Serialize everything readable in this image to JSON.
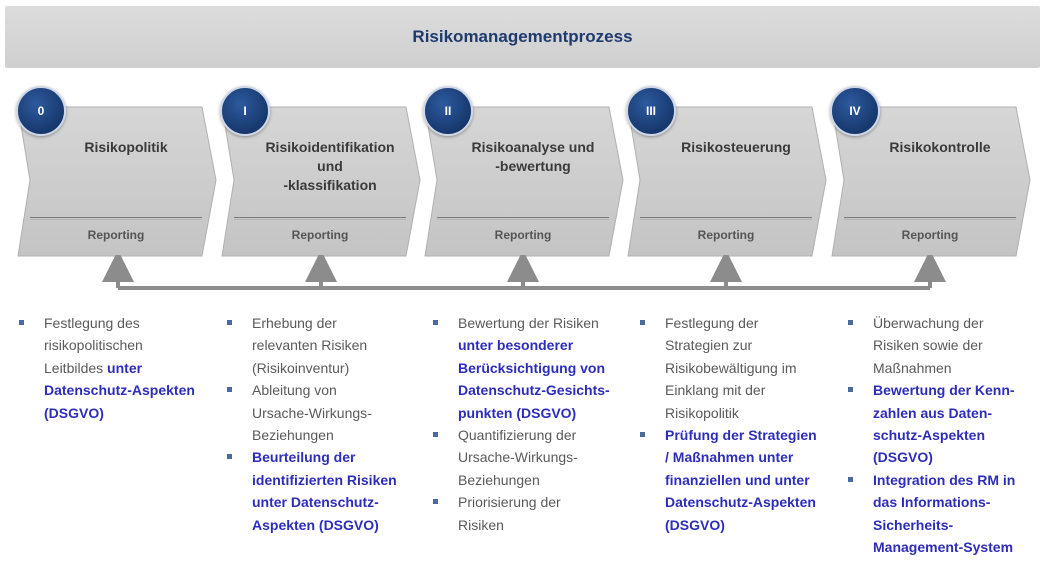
{
  "title": "Risikomanagementprozess",
  "colors": {
    "title_text": "#1f3a6e",
    "badge": "#1f4a8a",
    "highlight": "#2d2dbb",
    "body_text": "#5a5a5a"
  },
  "stages": [
    {
      "num": "0",
      "title_lines": [
        "Risikopolitik"
      ],
      "reporting": "Reporting"
    },
    {
      "num": "I",
      "title_lines": [
        "Risikoidentifikation",
        "und",
        "-klassifikation"
      ],
      "reporting": "Reporting"
    },
    {
      "num": "II",
      "title_lines": [
        "Risikoanalyse und",
        "-bewertung"
      ],
      "reporting": "Reporting"
    },
    {
      "num": "III",
      "title_lines": [
        "Risikosteuerung"
      ],
      "reporting": "Reporting"
    },
    {
      "num": "IV",
      "title_lines": [
        "Risikokontrolle"
      ],
      "reporting": "Reporting"
    }
  ],
  "columns": [
    [
      {
        "lines": [
          [
            "Festlegung des"
          ],
          [
            "risikopolitischen"
          ],
          [
            "Leitbildes ",
            "unter"
          ],
          [
            "Datenschutz-Aspekten"
          ],
          [
            "(DSGVO)"
          ]
        ],
        "hl_from": [
          2,
          1
        ]
      }
    ],
    [
      {
        "lines": [
          [
            "Erhebung der"
          ],
          [
            "relevanten Risiken"
          ],
          [
            "(Risikoinventur)"
          ]
        ]
      },
      {
        "lines": [
          [
            "Ableitung von"
          ],
          [
            "Ursache-Wirkungs-"
          ],
          [
            "Beziehungen"
          ]
        ]
      },
      {
        "lines": [
          [
            "Beurteilung der"
          ],
          [
            "identifizierten Risiken"
          ],
          [
            "unter Datenschutz-"
          ],
          [
            "Aspekten (DSGVO)"
          ]
        ],
        "bold": true
      }
    ],
    [
      {
        "lines": [
          [
            "Bewertung der Risiken"
          ],
          [
            "unter besonderer"
          ],
          [
            "Berücksichtigung von"
          ],
          [
            "Datenschutz-Gesichts-"
          ],
          [
            "punkten (DSGVO)"
          ]
        ],
        "hl_from": [
          1,
          0
        ]
      },
      {
        "lines": [
          [
            "Quantifizierung der"
          ],
          [
            "Ursache-Wirkungs-"
          ],
          [
            "Beziehungen"
          ]
        ]
      },
      {
        "lines": [
          [
            "Priorisierung der"
          ],
          [
            "Risiken"
          ]
        ]
      }
    ],
    [
      {
        "lines": [
          [
            "Festlegung der"
          ],
          [
            "Strategien zur"
          ],
          [
            "Risikobewältigung im"
          ],
          [
            "Einklang mit der"
          ],
          [
            "Risikopolitik"
          ]
        ]
      },
      {
        "lines": [
          [
            "Prüfung der Strategien"
          ],
          [
            "/ Maßnahmen unter"
          ],
          [
            "finanziellen und unter"
          ],
          [
            "Datenschutz-Aspekten"
          ],
          [
            "(DSGVO)"
          ]
        ],
        "bold": true
      }
    ],
    [
      {
        "lines": [
          [
            "Überwachung der"
          ],
          [
            "Risiken sowie der"
          ],
          [
            "Maßnahmen"
          ]
        ]
      },
      {
        "lines": [
          [
            "Bewertung der Kenn-"
          ],
          [
            "zahlen aus Daten-"
          ],
          [
            "schutz-Aspekten"
          ],
          [
            "(DSGVO)"
          ]
        ],
        "bold": true
      },
      {
        "lines": [
          [
            "Integration des RM in"
          ],
          [
            "das Informations-"
          ],
          [
            "Sicherheits-"
          ],
          [
            "Management-System"
          ]
        ],
        "bold": true
      }
    ]
  ]
}
